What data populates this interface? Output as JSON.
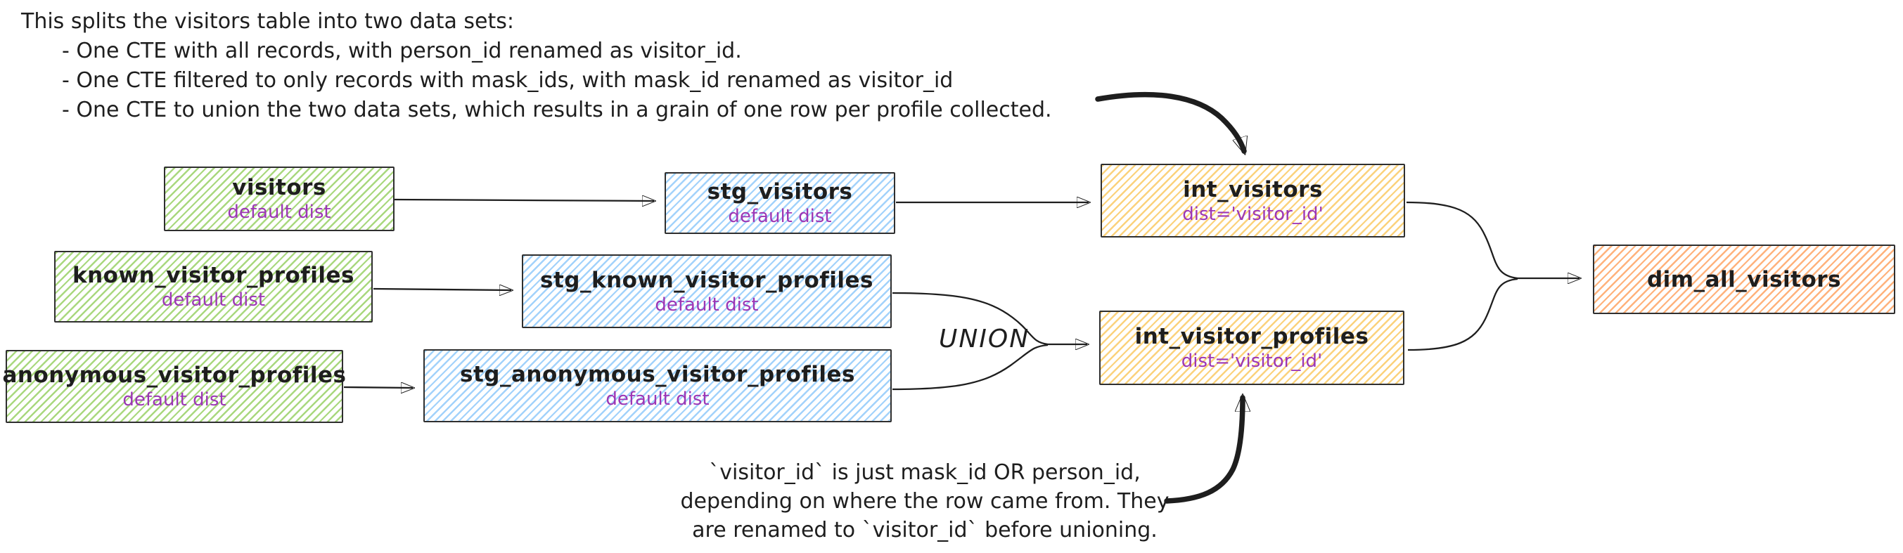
{
  "notes": {
    "top": {
      "intro": "This splits the visitors table into two data sets:",
      "bullets": [
        "- One CTE with all records, with person_id renamed as visitor_id.",
        "- One CTE filtered to only records with mask_ids, with mask_id renamed as visitor_id",
        "- One CTE to union the two data sets, which results in a grain of one row per profile collected."
      ]
    },
    "bottom": {
      "lines": [
        "`visitor_id` is just mask_id OR person_id,",
        "depending on where the row came from. They",
        "are renamed to `visitor_id` before unioning."
      ]
    }
  },
  "labels": {
    "union": "UNION"
  },
  "nodes": {
    "visitors": {
      "title": "visitors",
      "subtitle": "default dist",
      "color_group": "green"
    },
    "known_visitor_profiles": {
      "title": "known_visitor_profiles",
      "subtitle": "default dist",
      "color_group": "green"
    },
    "anonymous_visitor_profiles": {
      "title": "anonymous_visitor_profiles",
      "subtitle": "default dist",
      "color_group": "green"
    },
    "stg_visitors": {
      "title": "stg_visitors",
      "subtitle": "default dist",
      "color_group": "blue"
    },
    "stg_known_visitor_profiles": {
      "title": "stg_known_visitor_profiles",
      "subtitle": "default dist",
      "color_group": "blue"
    },
    "stg_anonymous_visitor_profiles": {
      "title": "stg_anonymous_visitor_profiles",
      "subtitle": "default dist",
      "color_group": "blue"
    },
    "int_visitors": {
      "title": "int_visitors",
      "subtitle": "dist='visitor_id'",
      "color_group": "yellow"
    },
    "int_visitor_profiles": {
      "title": "int_visitor_profiles",
      "subtitle": "dist='visitor_id'",
      "color_group": "yellow"
    },
    "dim_all_visitors": {
      "title": "dim_all_visitors",
      "subtitle": "",
      "color_group": "orange"
    }
  },
  "colors": {
    "ink": "#1e1e1e",
    "border": "#2f2f2f",
    "purple": "#9c36b5",
    "green-hatch": "#a9d87e",
    "blue-hatch": "#a2d2fb",
    "yellow-hatch": "#fbd27c",
    "orange-hatch": "#ffb27c"
  }
}
